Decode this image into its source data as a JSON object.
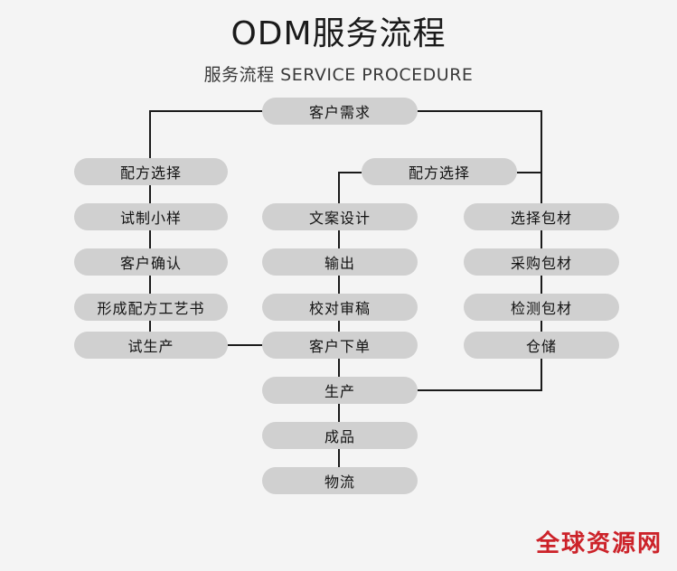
{
  "header": {
    "title": "ODM服务流程",
    "subtitle": "服务流程 SERVICE PROCEDURE"
  },
  "colors": {
    "background": "#f4f4f4",
    "node_fill": "#d0d0d0",
    "node_text": "#121212",
    "connector": "#1a1a1a",
    "watermark": "#cc2229"
  },
  "flow": {
    "root": {
      "label": "客户需求"
    },
    "columns": [
      {
        "name": "formula-column",
        "nodes": [
          {
            "label": "配方选择"
          },
          {
            "label": "试制小样"
          },
          {
            "label": "客户确认"
          },
          {
            "label": "形成配方工艺书"
          },
          {
            "label": "试生产"
          }
        ]
      },
      {
        "name": "design-column",
        "nodes": [
          {
            "label": "配方选择"
          },
          {
            "label": "文案设计"
          },
          {
            "label": "输出"
          },
          {
            "label": "校对审稿"
          },
          {
            "label": "客户下单"
          },
          {
            "label": "生产"
          },
          {
            "label": "成品"
          },
          {
            "label": "物流"
          }
        ]
      },
      {
        "name": "packaging-column",
        "nodes": [
          {
            "label": "选择包材"
          },
          {
            "label": "采购包材"
          },
          {
            "label": "检测包材"
          },
          {
            "label": "仓储"
          }
        ]
      }
    ]
  },
  "watermark": {
    "text": "全球资源网"
  }
}
